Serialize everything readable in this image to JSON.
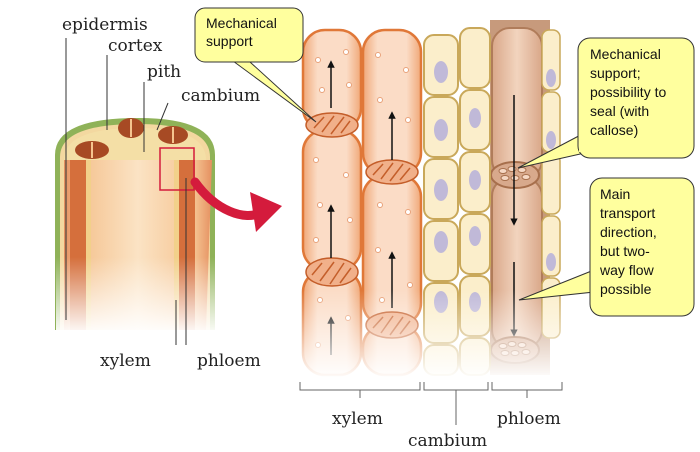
{
  "stem_labels": {
    "epidermis": "epidermis",
    "cortex": "cortex",
    "pith": "pith",
    "cambium": "cambium",
    "xylem": "xylem",
    "phloem": "phloem"
  },
  "tissue_labels": {
    "xylem": "xylem",
    "cambium": "cambium",
    "phloem": "phloem"
  },
  "callouts": {
    "mechanical_support": [
      "Mechanical",
      "support"
    ],
    "sieve_plate": [
      "Mechanical",
      "support;",
      "possibility to",
      "seal (with",
      "callose)"
    ],
    "transport": [
      "Main",
      "transport",
      "direction,",
      "but two-",
      "way flow",
      "possible"
    ]
  },
  "colors": {
    "callout_fill": "#ffff9e",
    "xylem_fill": "#f7c8a8",
    "xylem_stroke": "#e07838",
    "cambium_fill": "#fbeecb",
    "cambium_stroke": "#c9a85a",
    "phloem_fill": "#e9c2a7",
    "arrow_red": "#d41b3c",
    "epidermis_green": "#7aa24a"
  }
}
